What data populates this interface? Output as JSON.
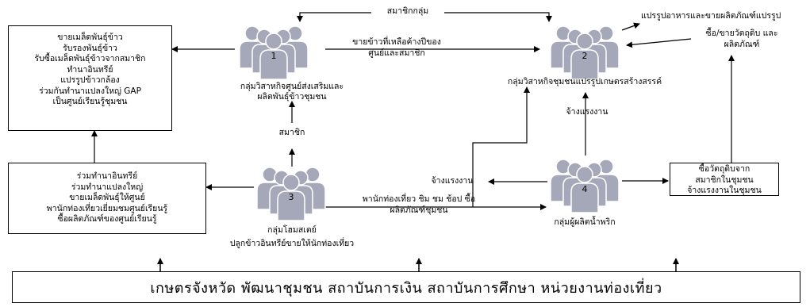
{
  "colors": {
    "people_fill": "#a5a8b8",
    "people_stroke": "#ffffff",
    "line": "#000000"
  },
  "groups": [
    {
      "number": "1",
      "icon": "people-group-icon",
      "caption": [
        "กลุ่มวิสาหกิจศูนย์ส่งเสริมและ",
        "ผลิตพันธุ์ข้าวชุมชน"
      ]
    },
    {
      "number": "2",
      "icon": "people-group-icon",
      "caption": [
        "กลุ่มวิสาหกิจชุมชนแปรรูปเกษตรสร้างสรรค์"
      ]
    },
    {
      "number": "3",
      "icon": "people-group-icon",
      "caption": [
        "กลุ่มโฮมสเตย์",
        "ปลูกข้าวอินทรีย์ขายให้นักท่องเที่ยว"
      ]
    },
    {
      "number": "4",
      "icon": "people-group-icon",
      "caption": [
        "กลุ่มผู้ผลิตน้ำพริก"
      ]
    }
  ],
  "boxes": {
    "top_left": [
      "ขายเมล็ดพันธุ์ข้าว",
      "รับรองพันธุ์ข้าว",
      "รับซื้อเมล็ดพันธุ์ข้าวจากสมาชิก",
      "ทำนาอินทรีย์",
      "แปรรูปข้าวกล้อง",
      "ร่วมกันทำนาแปลงใหญ่ GAP",
      "เป็นศูนย์เรียนรู้ชุมชน"
    ],
    "bottom_left": [
      "ร่วมทำนาอินทรีย์",
      "ร่วมทำนาแปลงใหญ่",
      "ขายเมล็ดพันธุ์ให้ศูนย์",
      "พานักท่องเที่ยวเยี่ยมชมศูนย์เรียนรู้",
      "ซื้อผลิตภัณฑ์ของศูนย์เรียนรู้"
    ],
    "right": [
      "ซื้อวัตถุดิบจาก",
      "สมาชิกในชุมชน",
      "จ้างแรงงานในชุมชน"
    ]
  },
  "labels": {
    "members_group": "สมาชิกกลุ่ม",
    "leftover_rice": [
      "ขายข้าวที่เหลือค้างปีของ",
      "ศูนย์และสมาชิก"
    ],
    "processing": "แปรรูปอาหารและขายผลิตภัณฑ์แปรรูป",
    "buy_sell": [
      "ซื้อ/ขายวัตถุดิบ และ",
      "ผลิตภัณฑ์"
    ],
    "member": "สมาชิก",
    "hire_labor_2": "จ้างแรงงาน",
    "hire_labor_3": "จ้างแรงงาน",
    "tourist": [
      "พานักท่องเที่ยว ชิม ชม ช้อป ซื้อ",
      "ผลิตภัณฑ์ชุมชน"
    ]
  },
  "bottom_bar": "เกษตรจังหวัด พัฒนาชุมชน สถาบันการเงิน สถาบันการศึกษา หน่วยงานท่องเที่ยว"
}
